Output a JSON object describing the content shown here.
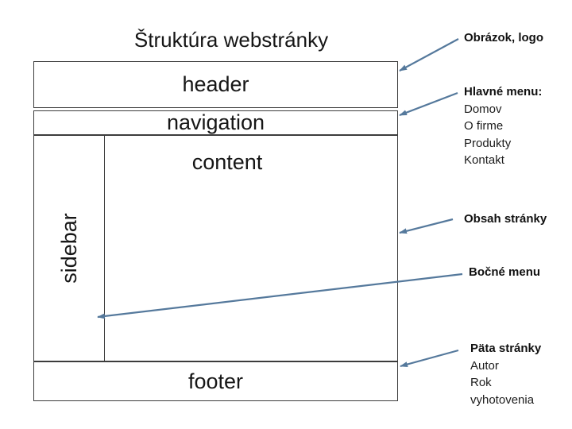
{
  "title": "Štruktúra webstránky",
  "wireframe": {
    "header_label": "header",
    "navigation_label": "navigation",
    "content_label": "content",
    "sidebar_label": "sidebar",
    "footer_label": "footer"
  },
  "annotations": {
    "logo": {
      "heading": "Obrázok, logo"
    },
    "main_menu": {
      "heading": "Hlavné menu:",
      "items": [
        "Domov",
        "O firme",
        "Produkty",
        "Kontakt"
      ]
    },
    "content": {
      "heading": "Obsah stránky"
    },
    "side_menu": {
      "heading": "Bočné menu"
    },
    "footer": {
      "heading": "Päta stránky",
      "items": [
        "Autor",
        "Rok",
        "vyhotovenia"
      ]
    }
  },
  "colors": {
    "arrow": "#55799c",
    "box_border": "#3c3c3c",
    "text": "#161616",
    "background": "#ffffff"
  }
}
